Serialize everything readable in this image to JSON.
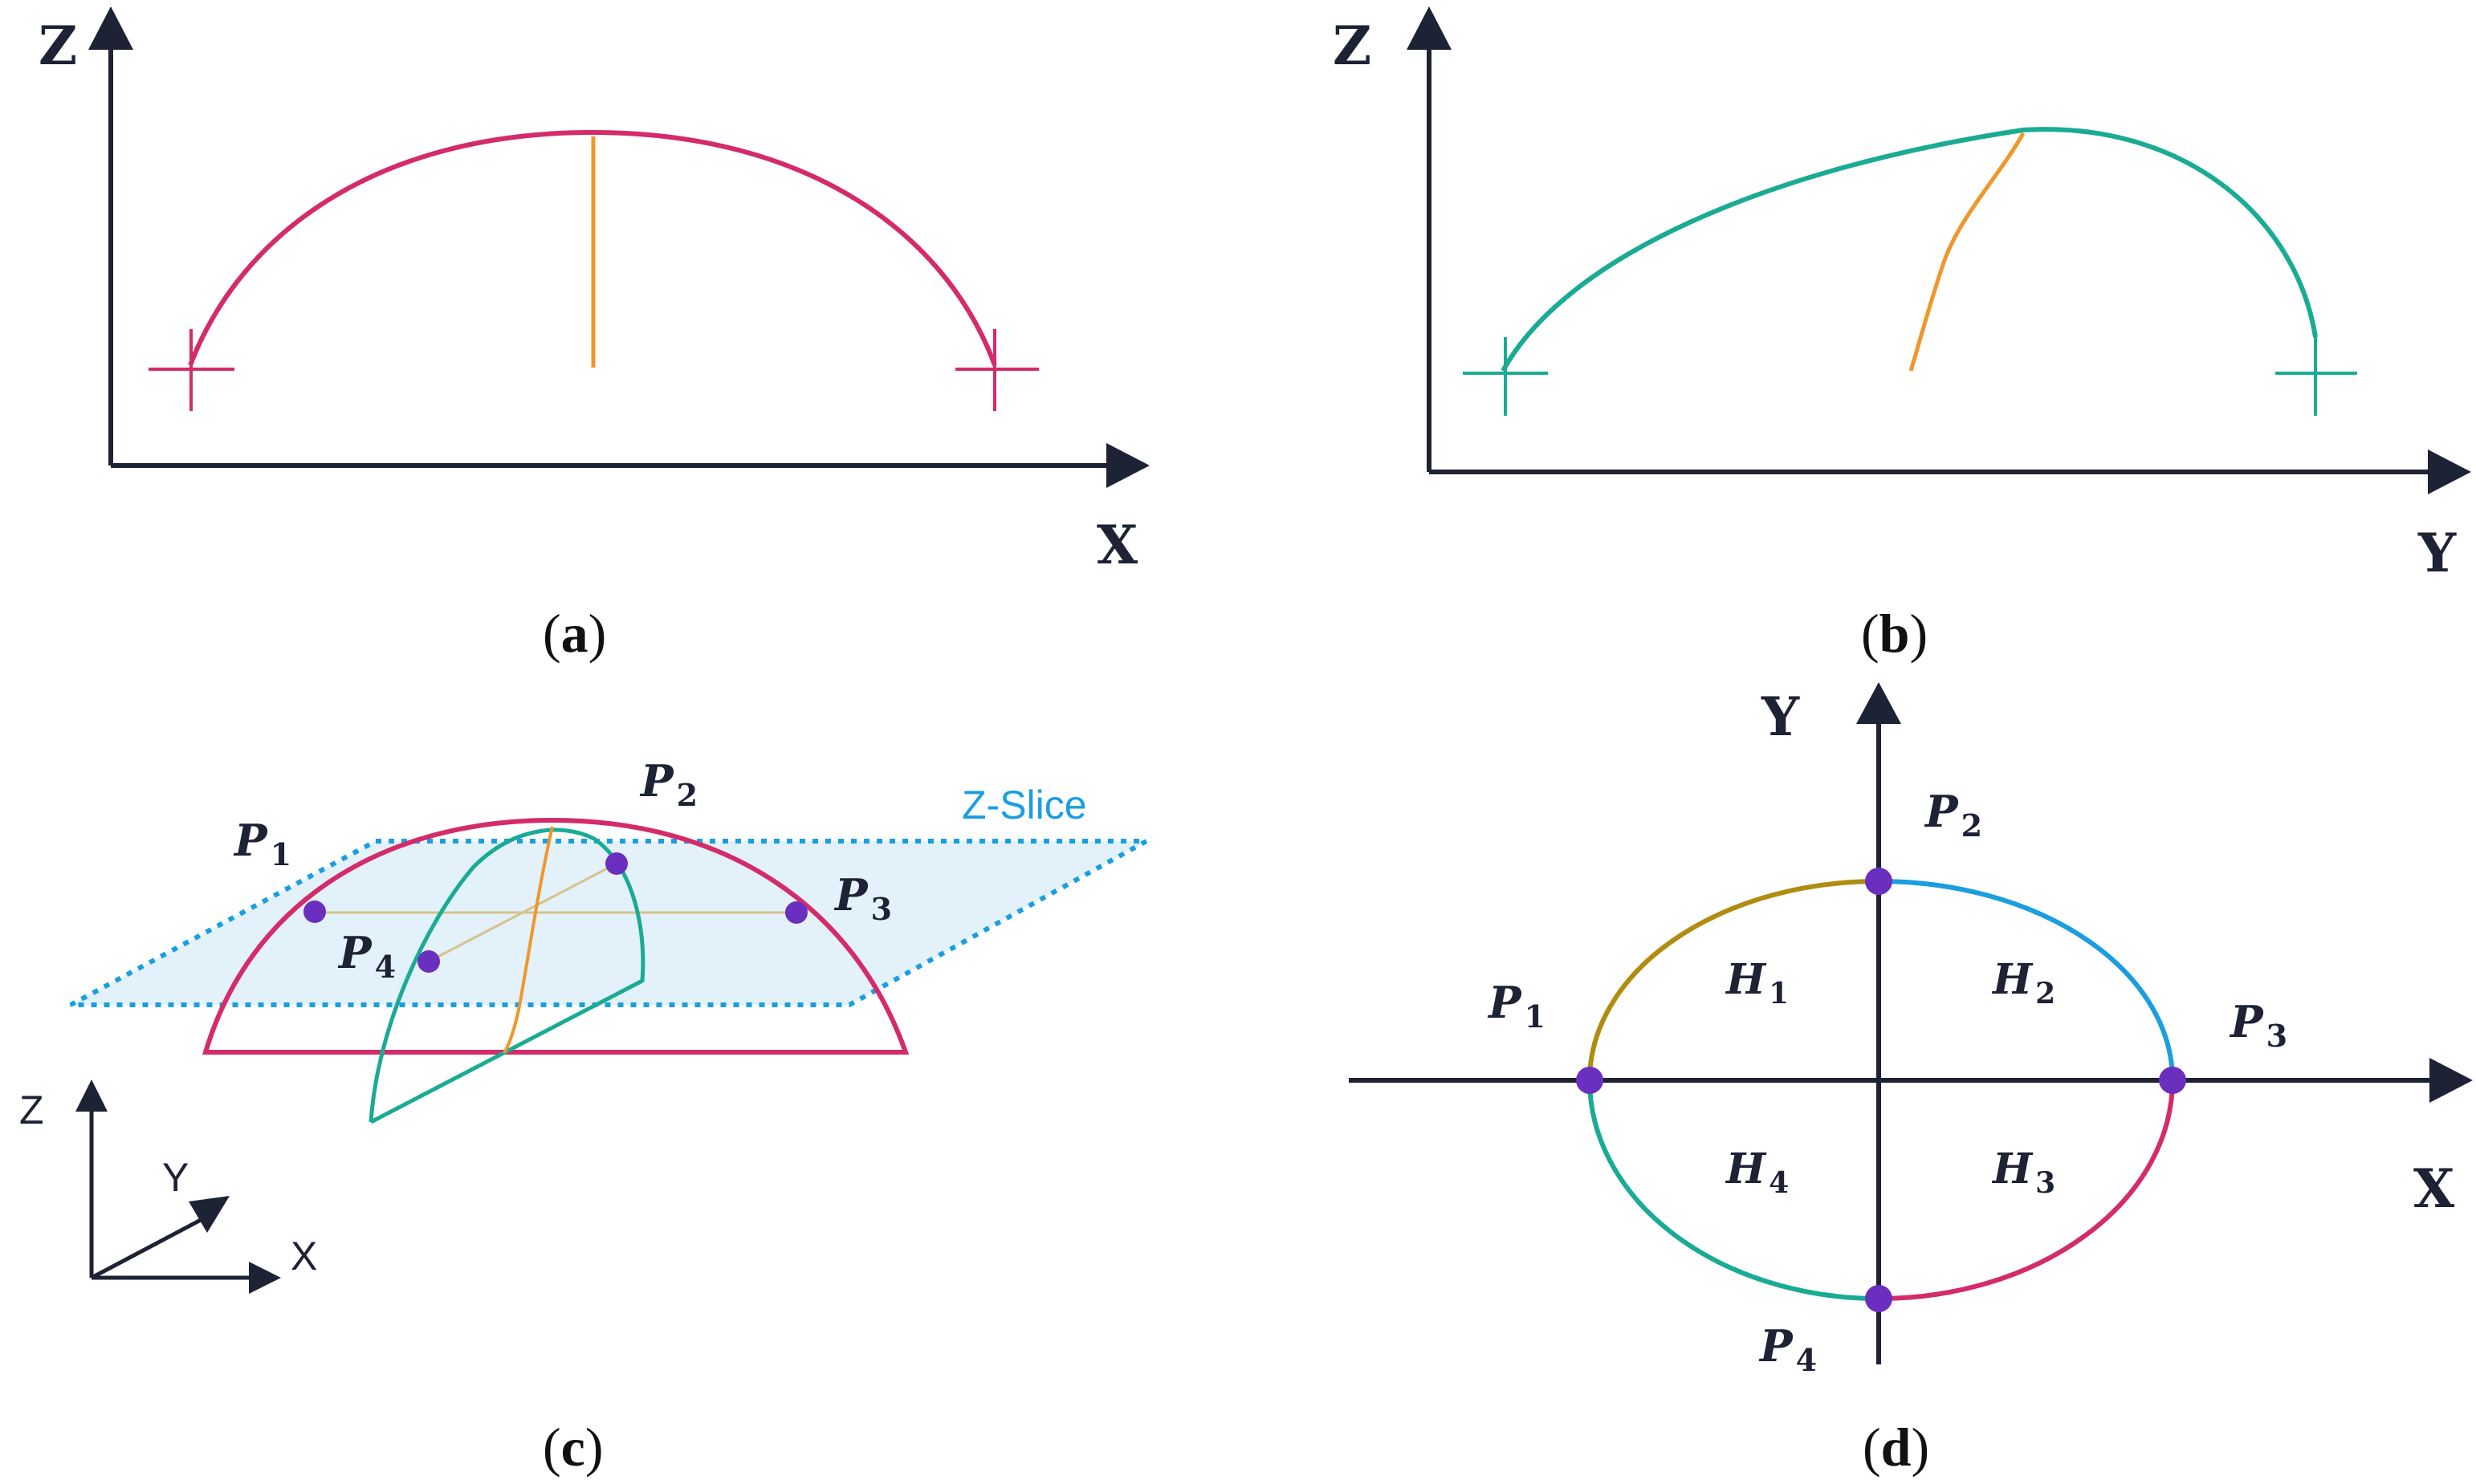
{
  "colors": {
    "axis": "#1e2235",
    "xz_curve": "#d42b6a",
    "yz_curve": "#1aab95",
    "spine": "#f0962a",
    "point": "#6b2fbf",
    "slice_plane": "#1a9ee0",
    "slice_fill": "#e3f1fa",
    "arc_p1_p2": "#b08c10",
    "arc_p2_p3": "#1a9ee0",
    "arc_p3_p4": "#d42b6a",
    "arc_p4_p1": "#1aab95"
  },
  "panel_a": {
    "z_label": "Z",
    "x_label": "X",
    "caption_open": "(",
    "caption_letter": "a",
    "caption_close": ")"
  },
  "panel_b": {
    "z_label": "Z",
    "y_label": "Y",
    "caption_open": "(",
    "caption_letter": "b",
    "caption_close": ")"
  },
  "panel_c": {
    "slice_label": "Z-Slice",
    "p1": {
      "main": "P",
      "sub": "1"
    },
    "p2": {
      "main": "P",
      "sub": "2"
    },
    "p3": {
      "main": "P",
      "sub": "3"
    },
    "p4": {
      "main": "P",
      "sub": "4"
    },
    "triad": {
      "z": "Z",
      "y": "Y",
      "x": "X"
    },
    "caption_open": "(",
    "caption_letter": "c",
    "caption_close": ")"
  },
  "panel_d": {
    "y_label": "Y",
    "x_label": "X",
    "p1": {
      "main": "P",
      "sub": "1"
    },
    "p2": {
      "main": "P",
      "sub": "2"
    },
    "p3": {
      "main": "P",
      "sub": "3"
    },
    "p4": {
      "main": "P",
      "sub": "4"
    },
    "h1": {
      "main": "H",
      "sub": "1"
    },
    "h2": {
      "main": "H",
      "sub": "2"
    },
    "h3": {
      "main": "H",
      "sub": "3"
    },
    "h4": {
      "main": "H",
      "sub": "4"
    },
    "caption_open": "(",
    "caption_letter": "d",
    "caption_close": ")"
  }
}
